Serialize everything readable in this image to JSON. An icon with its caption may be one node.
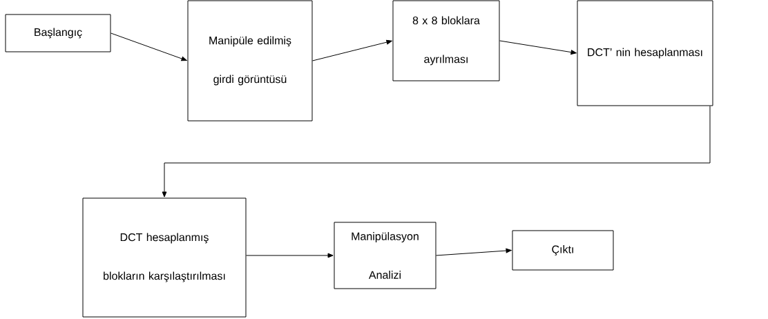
{
  "diagram": {
    "nodes": [
      {
        "text": [
          "Başlangıç"
        ]
      },
      {
        "text": [
          "Manipüle edilmiş girdi görüntüsü"
        ]
      },
      {
        "text": [
          "8 x 8 bloklara ayrılması"
        ]
      },
      {
        "text": [
          "DCT’ nin hesaplanması"
        ]
      },
      {
        "text": [
          "DCT hesaplanmış blokların karşılaştırılması"
        ]
      },
      {
        "text": [
          "Manipülasyon Analizi"
        ]
      },
      {
        "text": [
          "Çıktı"
        ]
      }
    ],
    "edges": [
      {
        "from": 0,
        "to": 1,
        "arrow": "to"
      },
      {
        "from": 1,
        "to": 2,
        "arrow": "to"
      },
      {
        "from": 2,
        "to": 3,
        "arrow": "to"
      },
      {
        "from": 3,
        "to": 4,
        "arrow": "to"
      },
      {
        "from": 4,
        "to": 5,
        "arrow": "to"
      },
      {
        "from": 5,
        "to": 6,
        "arrow": "to"
      }
    ]
  }
}
